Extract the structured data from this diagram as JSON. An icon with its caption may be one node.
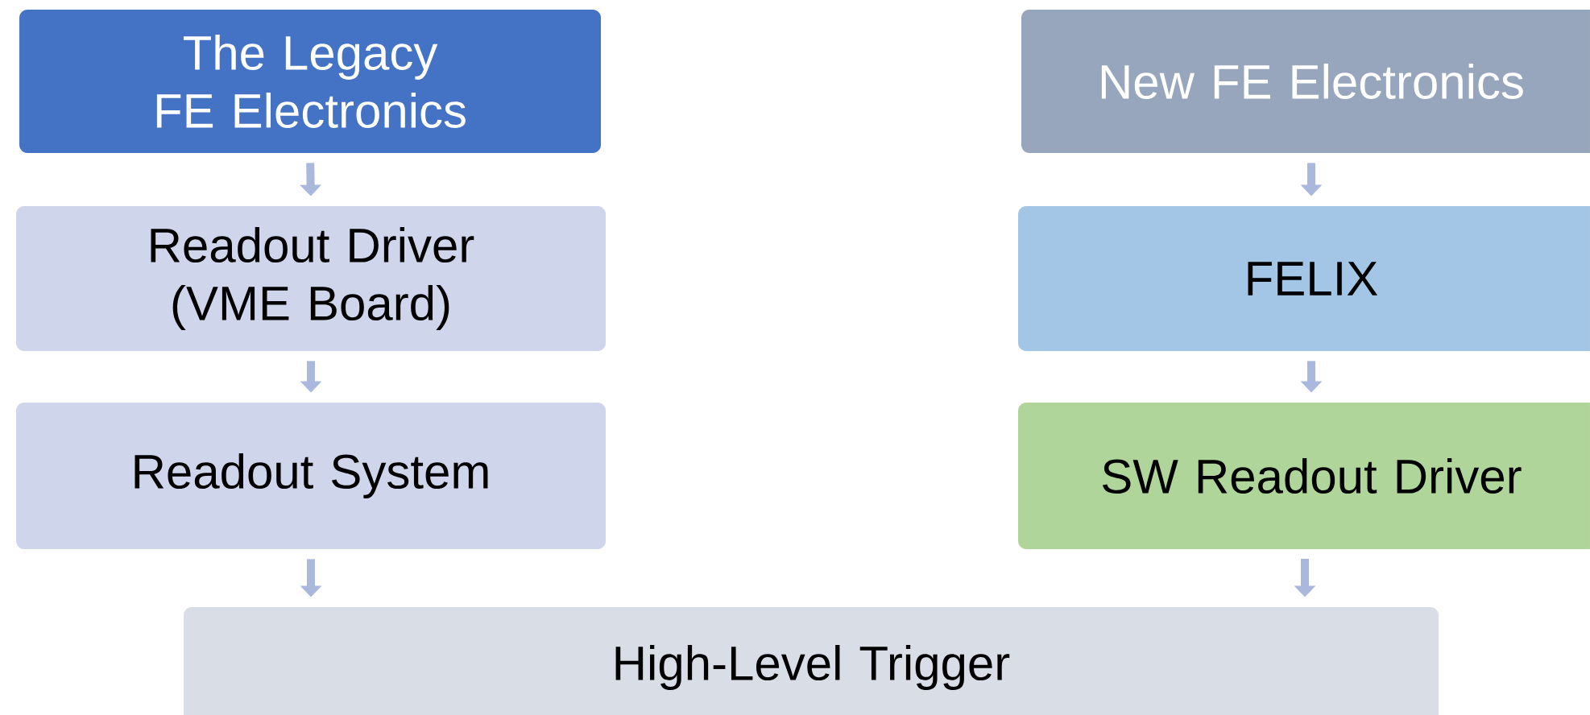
{
  "diagram": {
    "nodes": [
      {
        "text": [
          "The Legacy FE Electronics"
        ]
      },
      {
        "text": [
          "Readout Driver (VME Board)"
        ]
      },
      {
        "text": [
          "Readout System"
        ]
      },
      {
        "text": [
          "New FE Electronics"
        ]
      },
      {
        "text": [
          "FELIX"
        ]
      },
      {
        "text": [
          "SW Readout Driver"
        ]
      },
      {
        "text": [
          "High-Level Trigger"
        ]
      }
    ],
    "edges": [
      {
        "from": 0,
        "to": 1,
        "arrow": "to"
      },
      {
        "from": 1,
        "to": 2,
        "arrow": "to"
      },
      {
        "from": 3,
        "to": 4,
        "arrow": "to"
      },
      {
        "from": 4,
        "to": 5,
        "arrow": "to"
      },
      {
        "from": 2,
        "to": 6,
        "arrow": "to"
      },
      {
        "from": 5,
        "to": 6,
        "arrow": "to"
      }
    ]
  }
}
